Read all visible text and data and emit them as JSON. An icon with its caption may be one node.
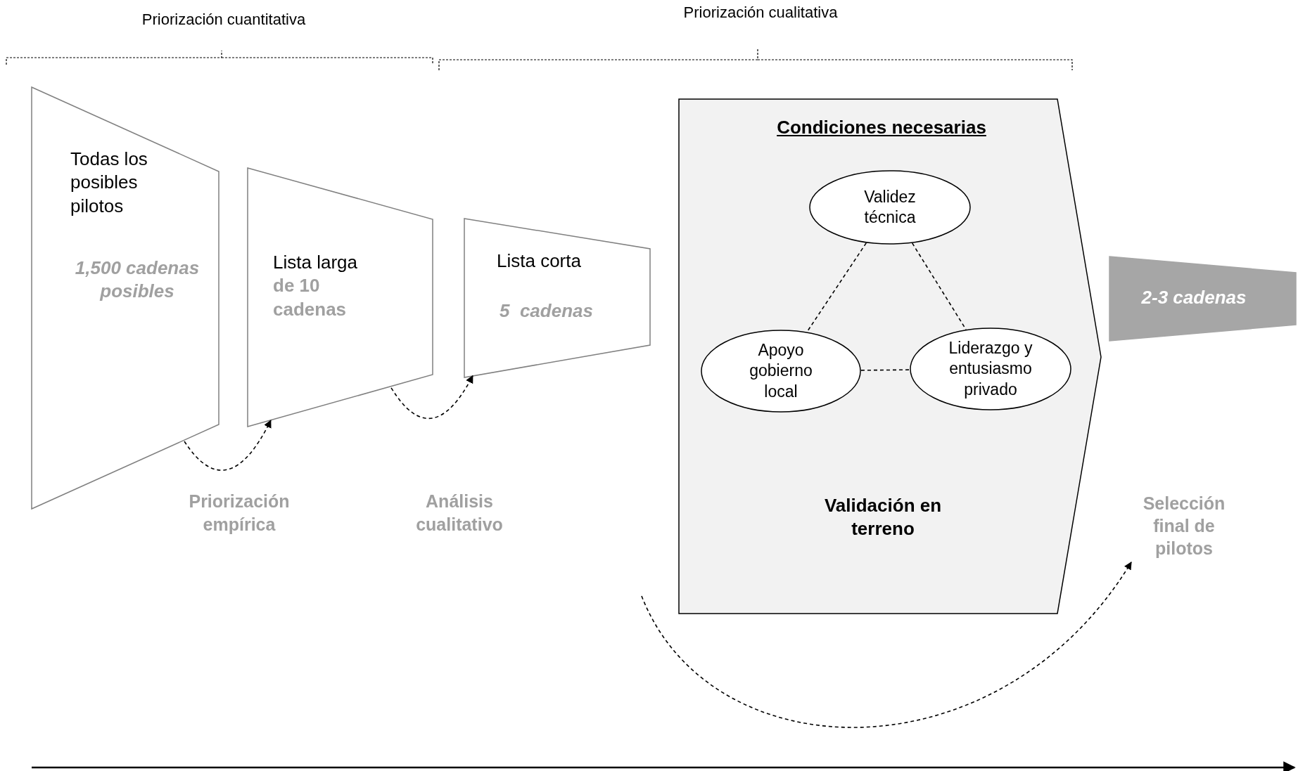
{
  "diagram": {
    "nodes": [
      {
        "text": [
          "Todas los posibles pilotos",
          "1,500 cadenas posibles"
        ]
      },
      {
        "text": [
          "Lista larga",
          "de 10 cadenas"
        ]
      },
      {
        "text": [
          "Lista corta",
          "5  cadenas"
        ]
      },
      {
        "text": [
          "Condiciones necesarias",
          "Validación en terreno"
        ]
      },
      {
        "text": [
          "Validez técnica"
        ],
        "in": 3
      },
      {
        "text": [
          "Apoyo gobierno local"
        ],
        "in": 3
      },
      {
        "text": [
          "Liderazgo y entusiasmo privado"
        ],
        "in": 3
      },
      {
        "text": [
          "2-3 cadenas"
        ]
      },
      {
        "text": [
          "Selección final de pilotos"
        ]
      }
    ],
    "edges": [
      {
        "from": 0,
        "to": 1,
        "arrow": "to",
        "style": "dashed",
        "label": "Priorización empírica"
      },
      {
        "from": 1,
        "to": 2,
        "arrow": "to",
        "style": "dashed",
        "label": "Análisis cualitativo"
      },
      {
        "from": 4,
        "to": 5,
        "arrow": "none",
        "style": "dashed"
      },
      {
        "from": 4,
        "to": 6,
        "arrow": "none",
        "style": "dashed"
      },
      {
        "from": 5,
        "to": 6,
        "arrow": "none",
        "style": "dashed"
      },
      {
        "from": null,
        "to": 8,
        "arrow": "to",
        "style": "dashed"
      }
    ],
    "labels": [
      "Priorización cuantitativa",
      "Priorización cualitativa"
    ]
  }
}
